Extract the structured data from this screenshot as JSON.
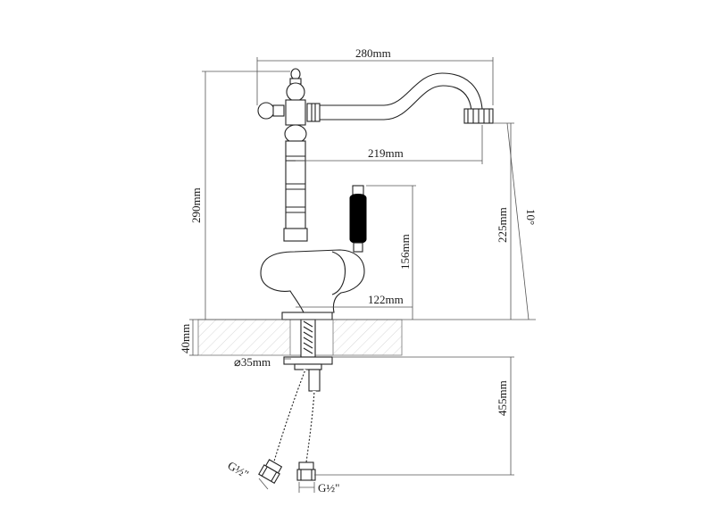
{
  "dimensions": {
    "width_total": "280mm",
    "spout_reach": "219mm",
    "height_total": "290mm",
    "spout_height": "225mm",
    "lever_height": "156mm",
    "lever_reach": "122mm",
    "angle": "10°",
    "countertop": "40mm",
    "hole_diameter": "⌀35mm",
    "hose_length": "455mm",
    "thread_left": "G½\"",
    "thread_right": "G½\""
  },
  "colors": {
    "line": "#222222",
    "handle": "#000000",
    "hatch": "#bbbbbb"
  }
}
